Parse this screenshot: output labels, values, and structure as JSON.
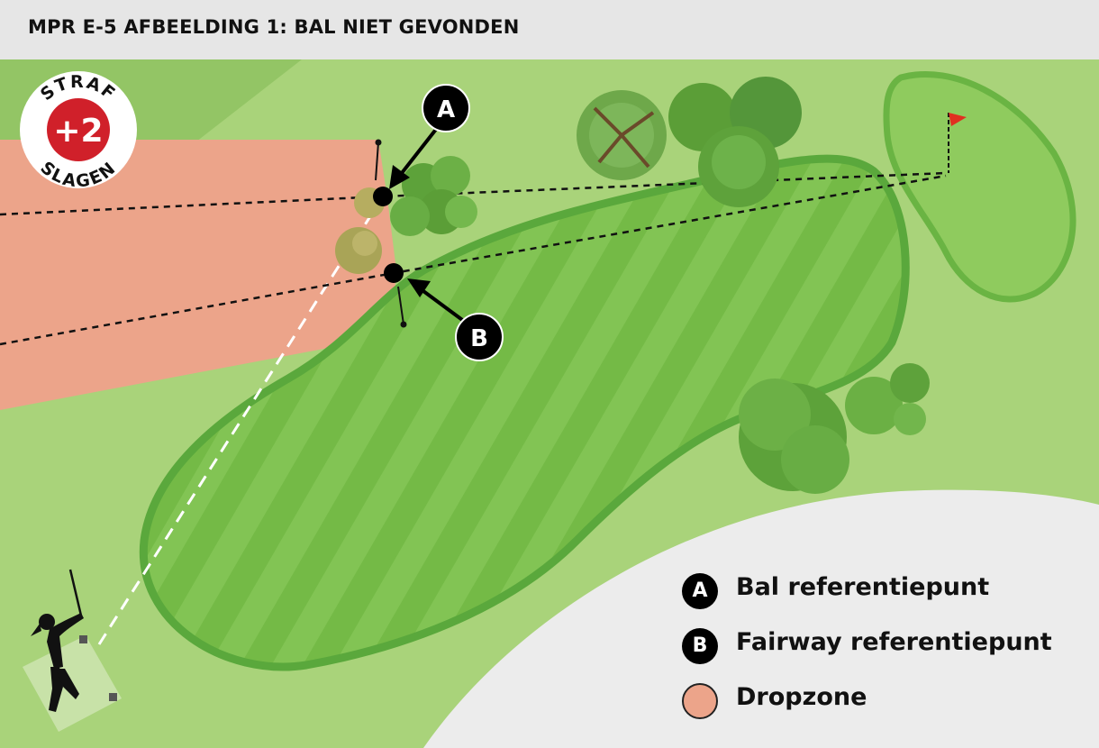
{
  "title": "MPR E-5 AFBEELDING 1: BAL NIET GEVONDEN",
  "penalty_badge": {
    "top_text": "STRAF",
    "value": "+2",
    "bottom_text": "SLAGEN"
  },
  "markers": {
    "a": "A",
    "b": "B"
  },
  "legend": [
    {
      "icon": "A",
      "label": "Bal referentiepunt"
    },
    {
      "icon": "B",
      "label": "Fairway referentiepunt"
    },
    {
      "icon": "",
      "label": "Dropzone"
    }
  ],
  "colors": {
    "rough": "#a9d37a",
    "rough_dark": "#92c45e",
    "fairway": "#82c454",
    "fairway_stripe": "#6fb43f",
    "fairway_edge": "#5aa83c",
    "dropzone": "#eca48a",
    "penalty_red": "#d0202a",
    "flag": "#e03020",
    "marker": "#000000"
  }
}
